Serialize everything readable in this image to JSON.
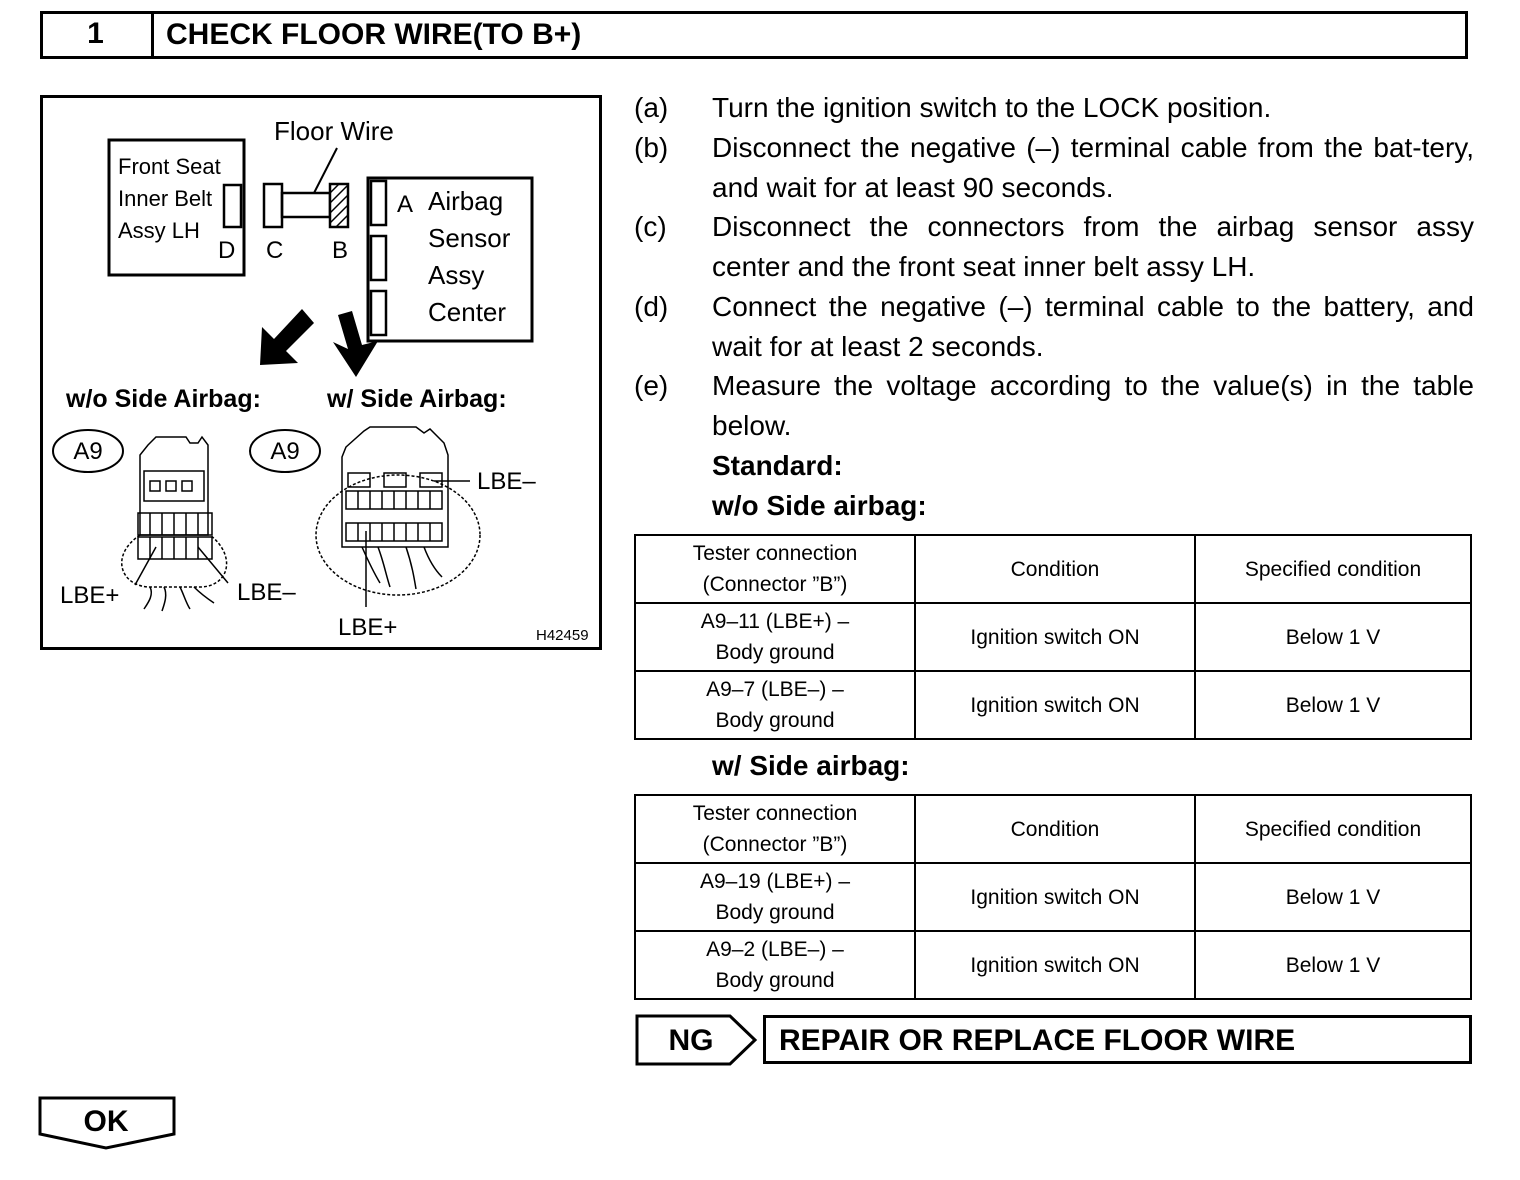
{
  "header": {
    "step_number": "1",
    "title": "CHECK FLOOR WIRE(TO B+)"
  },
  "figure": {
    "floor_wire_label": "Floor Wire",
    "front_seat_lines": [
      "Front Seat",
      "Inner Belt",
      "Assy LH"
    ],
    "airbag_sensor_lines": [
      "Airbag",
      "Sensor",
      "Assy",
      "Center"
    ],
    "conn_a": "A",
    "conn_b": "B",
    "conn_c": "C",
    "conn_d": "D",
    "wo_side_label": "w/o Side Airbag:",
    "w_side_label": "w/ Side Airbag:",
    "badge_left": "A9",
    "badge_right": "A9",
    "lbe_plus": "LBE+",
    "lbe_minus": "LBE–",
    "figure_code": "H42459"
  },
  "steps": [
    {
      "label": "(a)",
      "text": "Turn the ignition switch to the LOCK position."
    },
    {
      "label": "(b)",
      "text": "Disconnect the negative (–) terminal cable from the bat-tery, and wait for at least 90 seconds."
    },
    {
      "label": "(c)",
      "text": "Disconnect the connectors from the airbag sensor assy center and the front seat inner belt assy LH."
    },
    {
      "label": "(d)",
      "text": "Connect the negative (–) terminal cable to the battery, and wait for at least 2 seconds."
    },
    {
      "label": "(e)",
      "text": "Measure the voltage according to the value(s) in the table below."
    }
  ],
  "standard_label": "Standard:",
  "table_wo": {
    "caption": "w/o Side airbag:",
    "headers": [
      "Tester connection\n(Connector ”B”)",
      "Condition",
      "Specified condition"
    ],
    "rows": [
      [
        "A9–11 (LBE+) –\nBody ground",
        "Ignition switch ON",
        "Below 1 V"
      ],
      [
        "A9–7 (LBE–) –\nBody ground",
        "Ignition switch ON",
        "Below 1 V"
      ]
    ]
  },
  "table_w": {
    "caption": "w/ Side airbag:",
    "headers": [
      "Tester connection\n(Connector ”B”)",
      "Condition",
      "Specified condition"
    ],
    "rows": [
      [
        "A9–19 (LBE+) –\nBody ground",
        "Ignition switch ON",
        "Below 1 V"
      ],
      [
        "A9–2 (LBE–) –\nBody ground",
        "Ignition switch ON",
        "Below 1 V"
      ]
    ]
  },
  "ng_label": "NG",
  "ng_action": "REPAIR OR REPLACE FLOOR WIRE",
  "ok_label": "OK"
}
